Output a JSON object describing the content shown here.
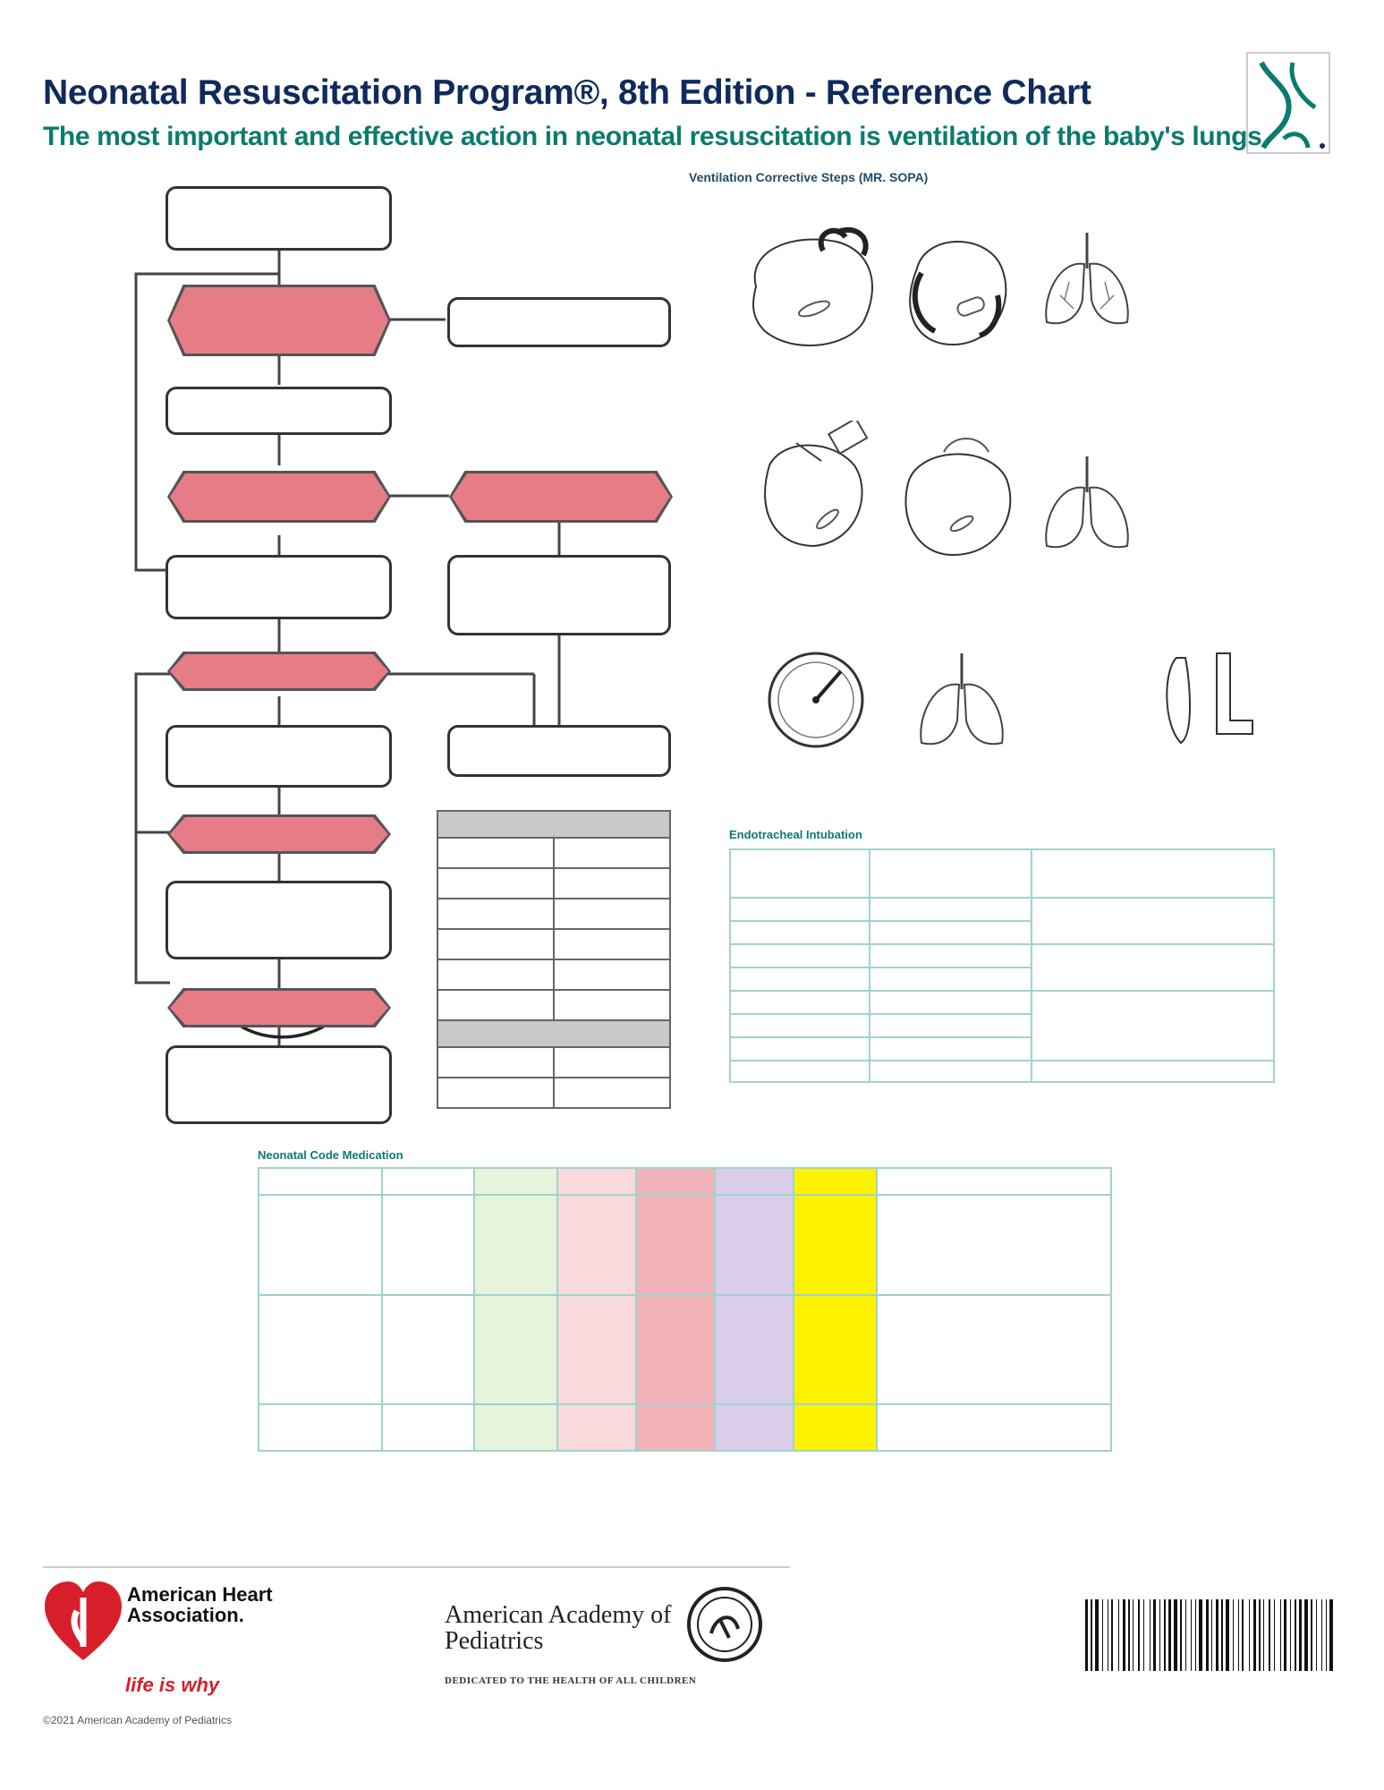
{
  "header": {
    "title": "Neonatal Resuscitation Program®, 8th Edition - Reference Chart",
    "subtitle": "The most important and effective action in neonatal resuscitation is ventilation of the baby's lungs."
  },
  "ventilation": {
    "heading": "Ventilation Corrective Steps (MR. SOPA)"
  },
  "et_section": {
    "heading": "Endotracheal Intubation"
  },
  "medication_section": {
    "heading": "Neonatal Code Medication"
  },
  "footer": {
    "aha_name": "American Heart Association.",
    "aha_tagline": "life is why",
    "aap_name": "American Academy of Pediatrics",
    "aap_tagline": "DEDICATED TO THE HEALTH OF ALL CHILDREN",
    "copyright": "©2021 American Academy of Pediatrics"
  },
  "colors": {
    "title": "#0f2a5c",
    "subtitle": "#0b7b6e",
    "hexagon": "#e67d86",
    "table_border": "#9fd3cf",
    "col_green": "#e6f4dc",
    "col_pink": "#f8d9dc",
    "col_rose": "#f2b3b8",
    "col_violet": "#d9cdea",
    "col_yellow": "#fff200"
  },
  "icons": [
    "aap-logo-icon",
    "aha-heart-logo-icon",
    "aap-seal-icon",
    "barcode-icon",
    "pressure-gauge-icon",
    "lungs-icon"
  ]
}
